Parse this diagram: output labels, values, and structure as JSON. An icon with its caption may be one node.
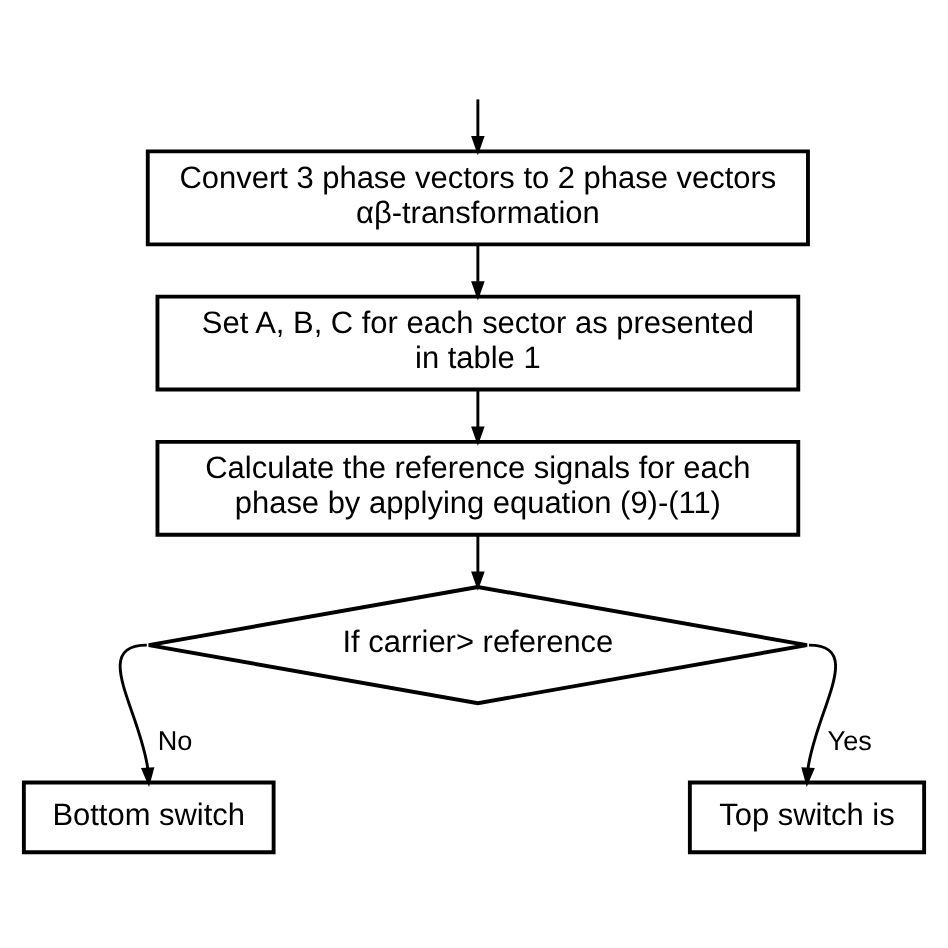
{
  "diagram": {
    "nodes": [
      {
        "text": [
          "Convert 3 phase vectors to 2 phase vectors αβ-transformation"
        ]
      },
      {
        "text": [
          "Set A, B, C for each sector as presented in table 1"
        ]
      },
      {
        "text": [
          "Calculate the reference signals for each phase by applying equation (9)-(11)"
        ]
      },
      {
        "text": [
          "If carrier> reference"
        ]
      },
      {
        "text": [
          "Bottom switch"
        ]
      },
      {
        "text": [
          "Top switch is"
        ]
      }
    ],
    "edges": [
      {
        "from": null,
        "to": 0,
        "arrow": "to"
      },
      {
        "from": 0,
        "to": 1,
        "arrow": "to"
      },
      {
        "from": 1,
        "to": 2,
        "arrow": "to"
      },
      {
        "from": 2,
        "to": 3,
        "arrow": "to"
      },
      {
        "from": 3,
        "to": 4,
        "arrow": "to",
        "label": "No"
      },
      {
        "from": 3,
        "to": 5,
        "arrow": "to",
        "label": "Yes"
      }
    ]
  }
}
